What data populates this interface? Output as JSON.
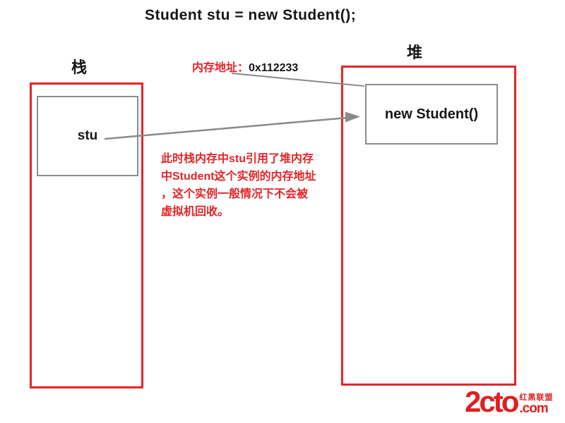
{
  "title": "Student stu = new Student();",
  "stack": {
    "label": "栈",
    "var_name": "stu"
  },
  "heap": {
    "label": "堆",
    "object_label": "new Student()"
  },
  "memory_address": {
    "label": "内存地址：",
    "value": "0x112233"
  },
  "note_lines": [
    "此时栈内存中stu引用了堆内存",
    "中Student这个实例的内存地址",
    "，这个实例一般情况下不会被",
    "虚拟机回收。"
  ],
  "logo": {
    "brand": "2cto",
    "suffix": ".com",
    "tagline": "红黑联盟"
  },
  "colors": {
    "accent_red": "#e32528",
    "box_border_gray": "#8c8c8c",
    "connector_gray": "#8a8a8a",
    "text_black": "#161616",
    "logo_red": "#dd2021"
  }
}
